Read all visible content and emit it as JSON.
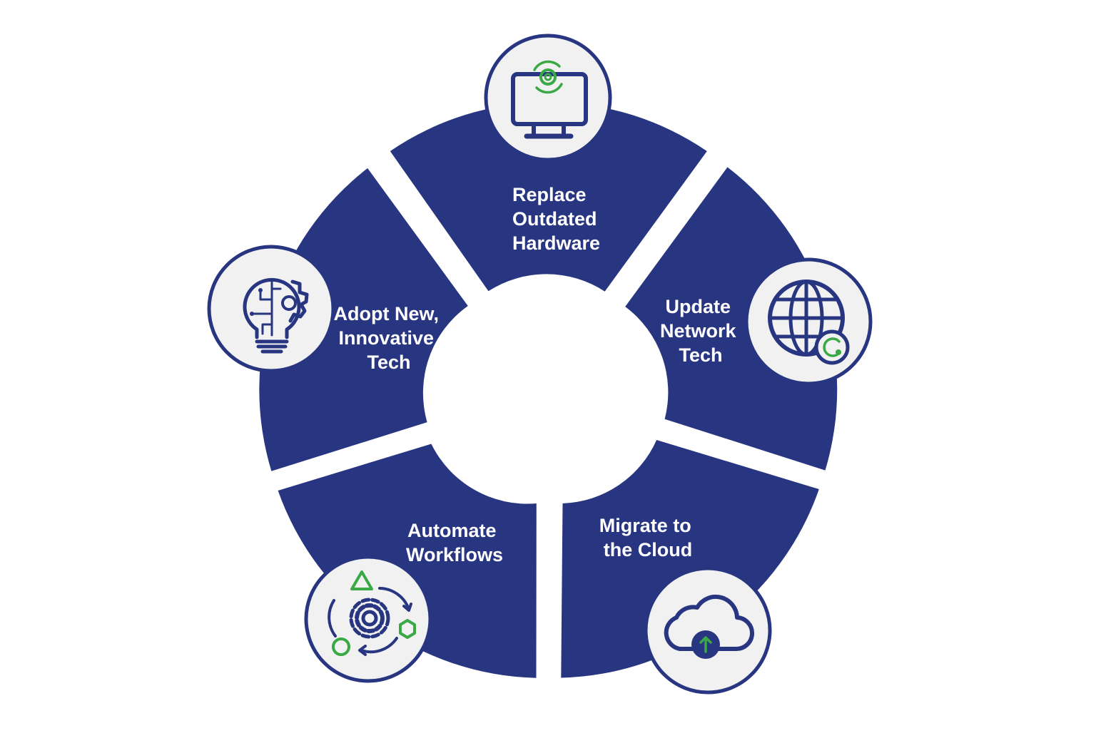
{
  "colors": {
    "segment_fill": "#283580",
    "icon_stroke": "#283580",
    "icon_accent": "#3aa845",
    "badge_fill": "#f1f1f1",
    "background": "#ffffff"
  },
  "segments": [
    {
      "id": "replace-hardware",
      "icon": "monitor-gear-icon",
      "lines": [
        "Replace",
        "Outdated",
        "Hardware"
      ]
    },
    {
      "id": "update-network",
      "icon": "globe-refresh-icon",
      "lines": [
        "Update",
        "Network",
        "Tech"
      ]
    },
    {
      "id": "migrate-cloud",
      "icon": "cloud-upload-icon",
      "lines": [
        "Migrate to",
        "the Cloud"
      ]
    },
    {
      "id": "automate-workflows",
      "icon": "gear-cycle-icon",
      "lines": [
        "Automate",
        "Workflows"
      ]
    },
    {
      "id": "adopt-tech",
      "icon": "lightbulb-circuit-gear-icon",
      "lines": [
        "Adopt New,",
        "Innovative",
        "Tech"
      ]
    }
  ]
}
